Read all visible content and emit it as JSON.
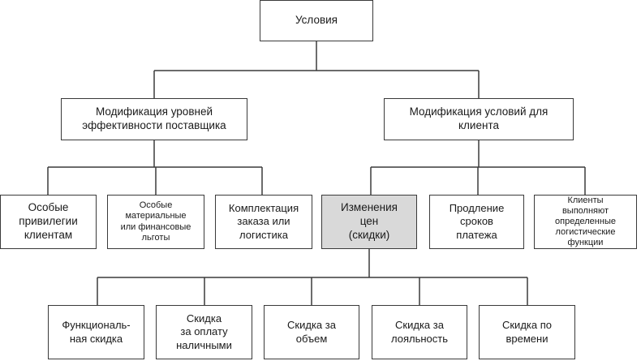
{
  "diagram": {
    "root": "Условия",
    "left_branch": {
      "title": "Модификация уровней\nэффективности  поставщика",
      "children": [
        "Особые\nпривилегии\nклиентам",
        "Особые\nматериальные\nили финансовые\nльготы",
        "Комплектация\nзаказа или\nлогистика"
      ]
    },
    "right_branch": {
      "title": "Модификация условий для\nклиента",
      "children": [
        "Изменения\nцен\n(скидки)",
        "Продление\nсроков\nплатежа",
        "Клиенты\nвыполняют\nопределенные\nлогистические\nфункции"
      ]
    },
    "discounts": [
      "Функциональ-\nная скидка",
      "Скидка\nза оплату\nналичными",
      "Скидка за\nобъем",
      "Скидка за\nлояльность",
      "Скидка по\nвремени"
    ],
    "colors": {
      "border": "#3a3a3a",
      "highlight_fill": "#d9d9d9",
      "line": "#3a3a3a"
    }
  }
}
